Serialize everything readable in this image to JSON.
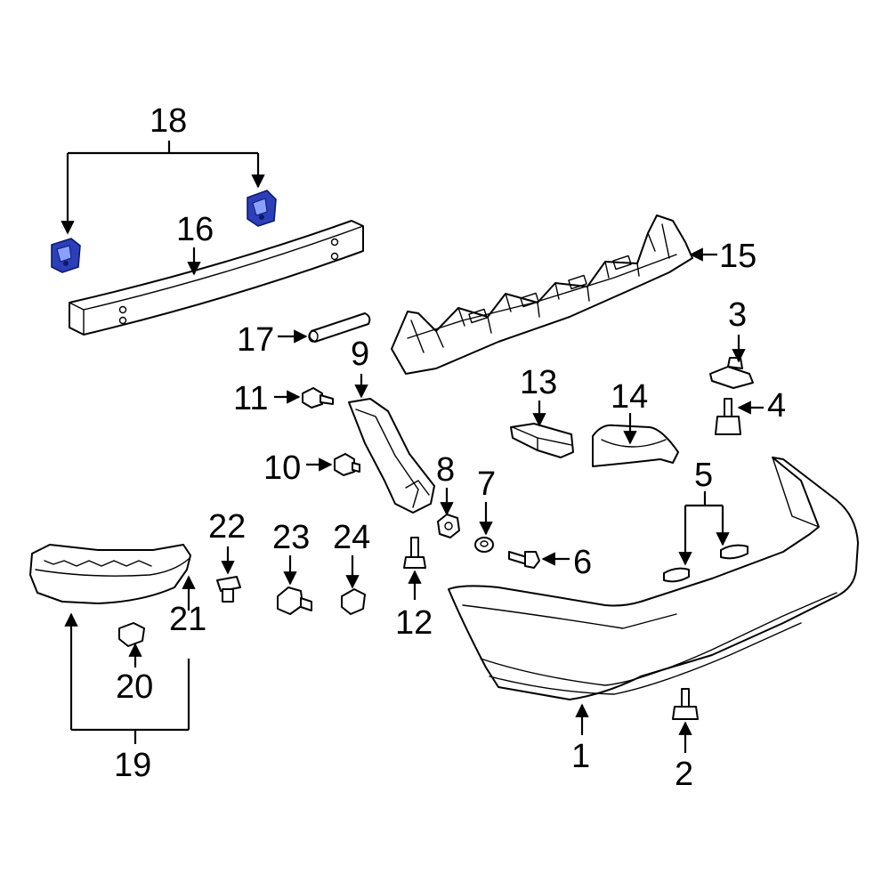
{
  "diagram": {
    "highlight_color": "#2d3fb8",
    "callouts": {
      "c1": "1",
      "c2": "2",
      "c3": "3",
      "c4": "4",
      "c5": "5",
      "c6": "6",
      "c7": "7",
      "c8": "8",
      "c9": "9",
      "c10": "10",
      "c11": "11",
      "c12": "12",
      "c13": "13",
      "c14": "14",
      "c15": "15",
      "c16": "16",
      "c17": "17",
      "c18": "18",
      "c19": "19",
      "c20": "20",
      "c21": "21",
      "c22": "22",
      "c23": "23",
      "c24": "24"
    }
  }
}
